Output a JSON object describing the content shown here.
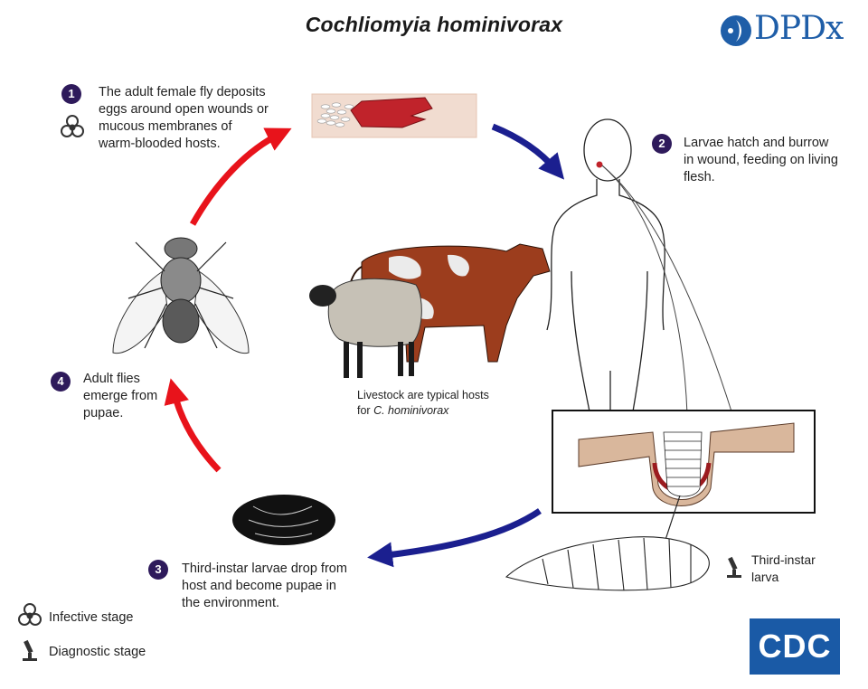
{
  "title": "Cochliomyia hominivorax",
  "logo_dpdx": "DPDx",
  "logo_cdc": "CDC",
  "steps": [
    {
      "number": "1",
      "lines": [
        "The adult female fly deposits",
        "eggs around open wounds or",
        "mucous membranes of",
        "warm-blooded hosts."
      ]
    },
    {
      "number": "2",
      "lines": [
        "Larvae hatch and burrow",
        "in wound, feeding on living",
        "flesh."
      ]
    },
    {
      "number": "3",
      "lines": [
        "Third-instar larvae drop from",
        "host and become pupae in",
        "the environment."
      ]
    },
    {
      "number": "4",
      "lines": [
        "Adult flies",
        "emerge from",
        "pupae."
      ]
    }
  ],
  "livestock_caption": {
    "line1": "Livestock are typical hosts",
    "line2_prefix": "for ",
    "line2_italic": "C. hominivorax"
  },
  "larva_label": {
    "line1": "Third-instar",
    "line2": "larva"
  },
  "legend": {
    "infective": "Infective stage",
    "diagnostic": "Diagnostic stage"
  },
  "colors": {
    "badge": "#2e1a5b",
    "arrow_red": "#e8131b",
    "arrow_blue": "#1b1f8f",
    "dpdx": "#1f5ea8",
    "cdc": "#1a5aa6",
    "wound": "#c0232b",
    "cow_brown": "#9c3d1d"
  }
}
